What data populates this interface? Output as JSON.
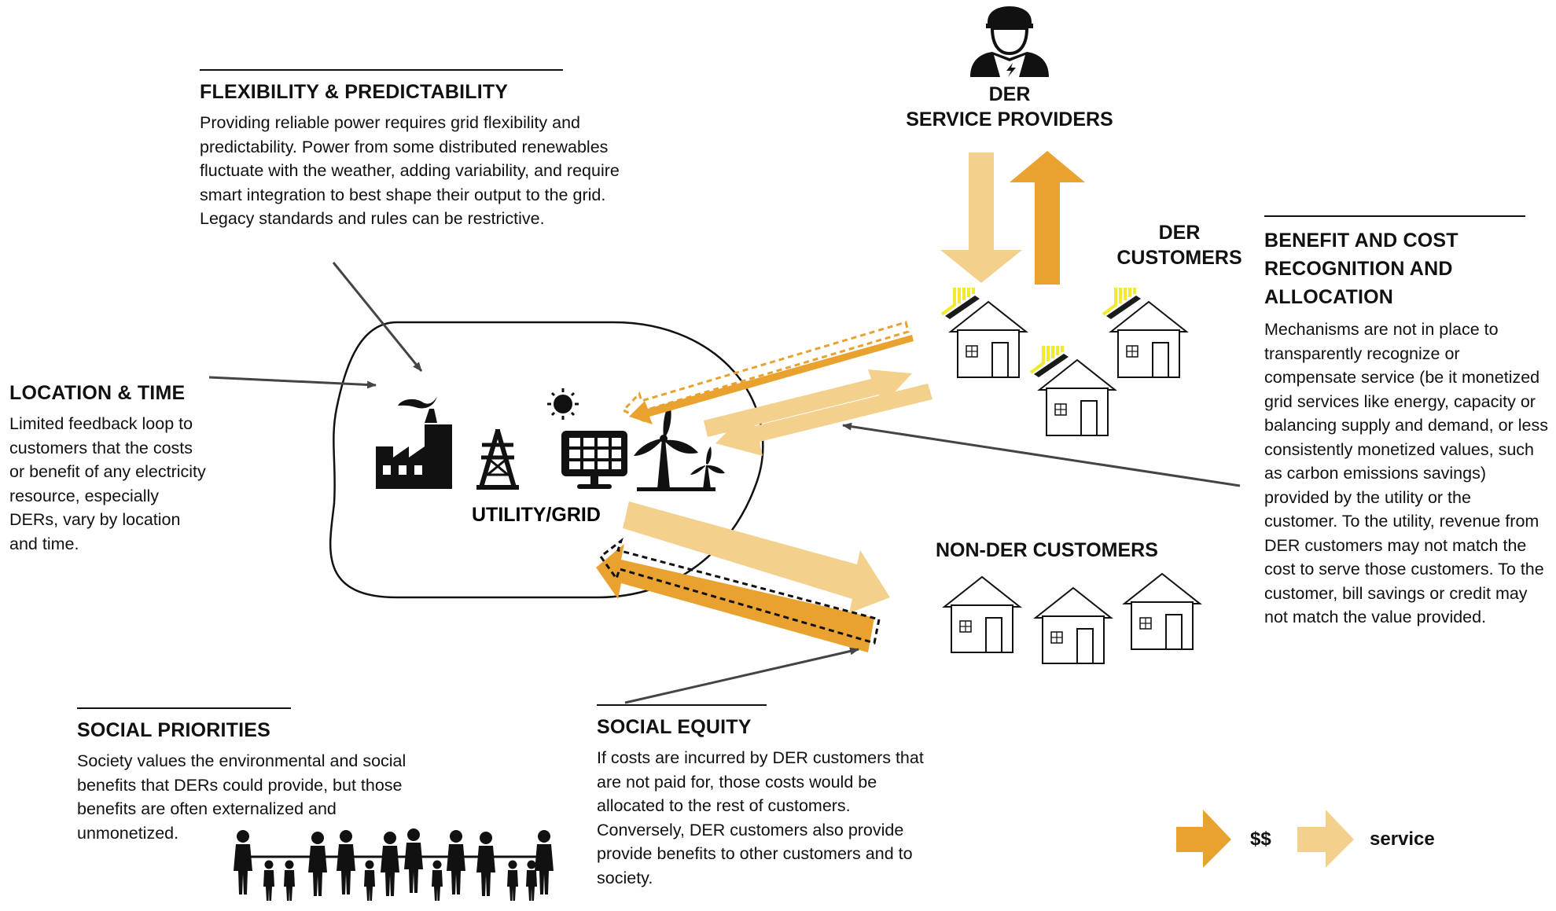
{
  "blocks": {
    "flexibility": {
      "title": "FLEXIBILITY & PREDICTABILITY",
      "body": "Providing reliable power requires grid flexibility and predictability. Power from some distributed renewables fluctuate with the weather, adding variability, and require smart integration to best shape their output to the grid. Legacy standards and rules can be restrictive."
    },
    "location_time": {
      "title": "LOCATION & TIME",
      "body": "Limited feedback loop to customers that the costs or benefit of any electricity resource, especially DERs, vary by location and time."
    },
    "benefit_cost": {
      "title": "BENEFIT AND COST RECOGNITION AND ALLOCATION",
      "body": "Mechanisms are not in place to transparently recognize or compensate service (be it monetized grid services like energy, capacity or balancing supply and demand, or less consistently monetized values, such as carbon emissions savings) provided by the utility or the customer. To the utility, revenue from DER customers may not match the cost to serve those customers. To the customer, bill savings or credit may not match the value provided."
    },
    "social_priorities": {
      "title": "SOCIAL PRIORITIES",
      "body": "Society values the environmental and social benefits that DERs could provide, but those benefits are often externalized and unmonetized."
    },
    "social_equity": {
      "title": "SOCIAL EQUITY",
      "body": "If costs are incurred by DER customers that are not paid for, those costs would be allocated to the rest of customers. Conversely, DER customers also provide provide benefits to other customers and to society."
    }
  },
  "nodes": {
    "service_providers": "DER\nSERVICE PROVIDERS",
    "der_customers": "DER\nCUSTOMERS",
    "non_der_customers": "NON-DER CUSTOMERS",
    "utility_grid": "UTILITY/GRID"
  },
  "legend": {
    "money_label": "$$",
    "service_label": "service",
    "money_color": "#E9A22F",
    "service_color": "#F3D08C"
  },
  "colors": {
    "money": "#E9A22F",
    "service": "#F3D08C",
    "solar": "#F2EA2E",
    "ink": "#111111",
    "pointer": "#444444"
  },
  "icons": [
    "factory-icon",
    "transmission-tower-icon",
    "solar-panel-icon",
    "sun-icon",
    "wind-turbine-icon",
    "worker-icon",
    "house-icon",
    "family-silhouette-icon"
  ]
}
